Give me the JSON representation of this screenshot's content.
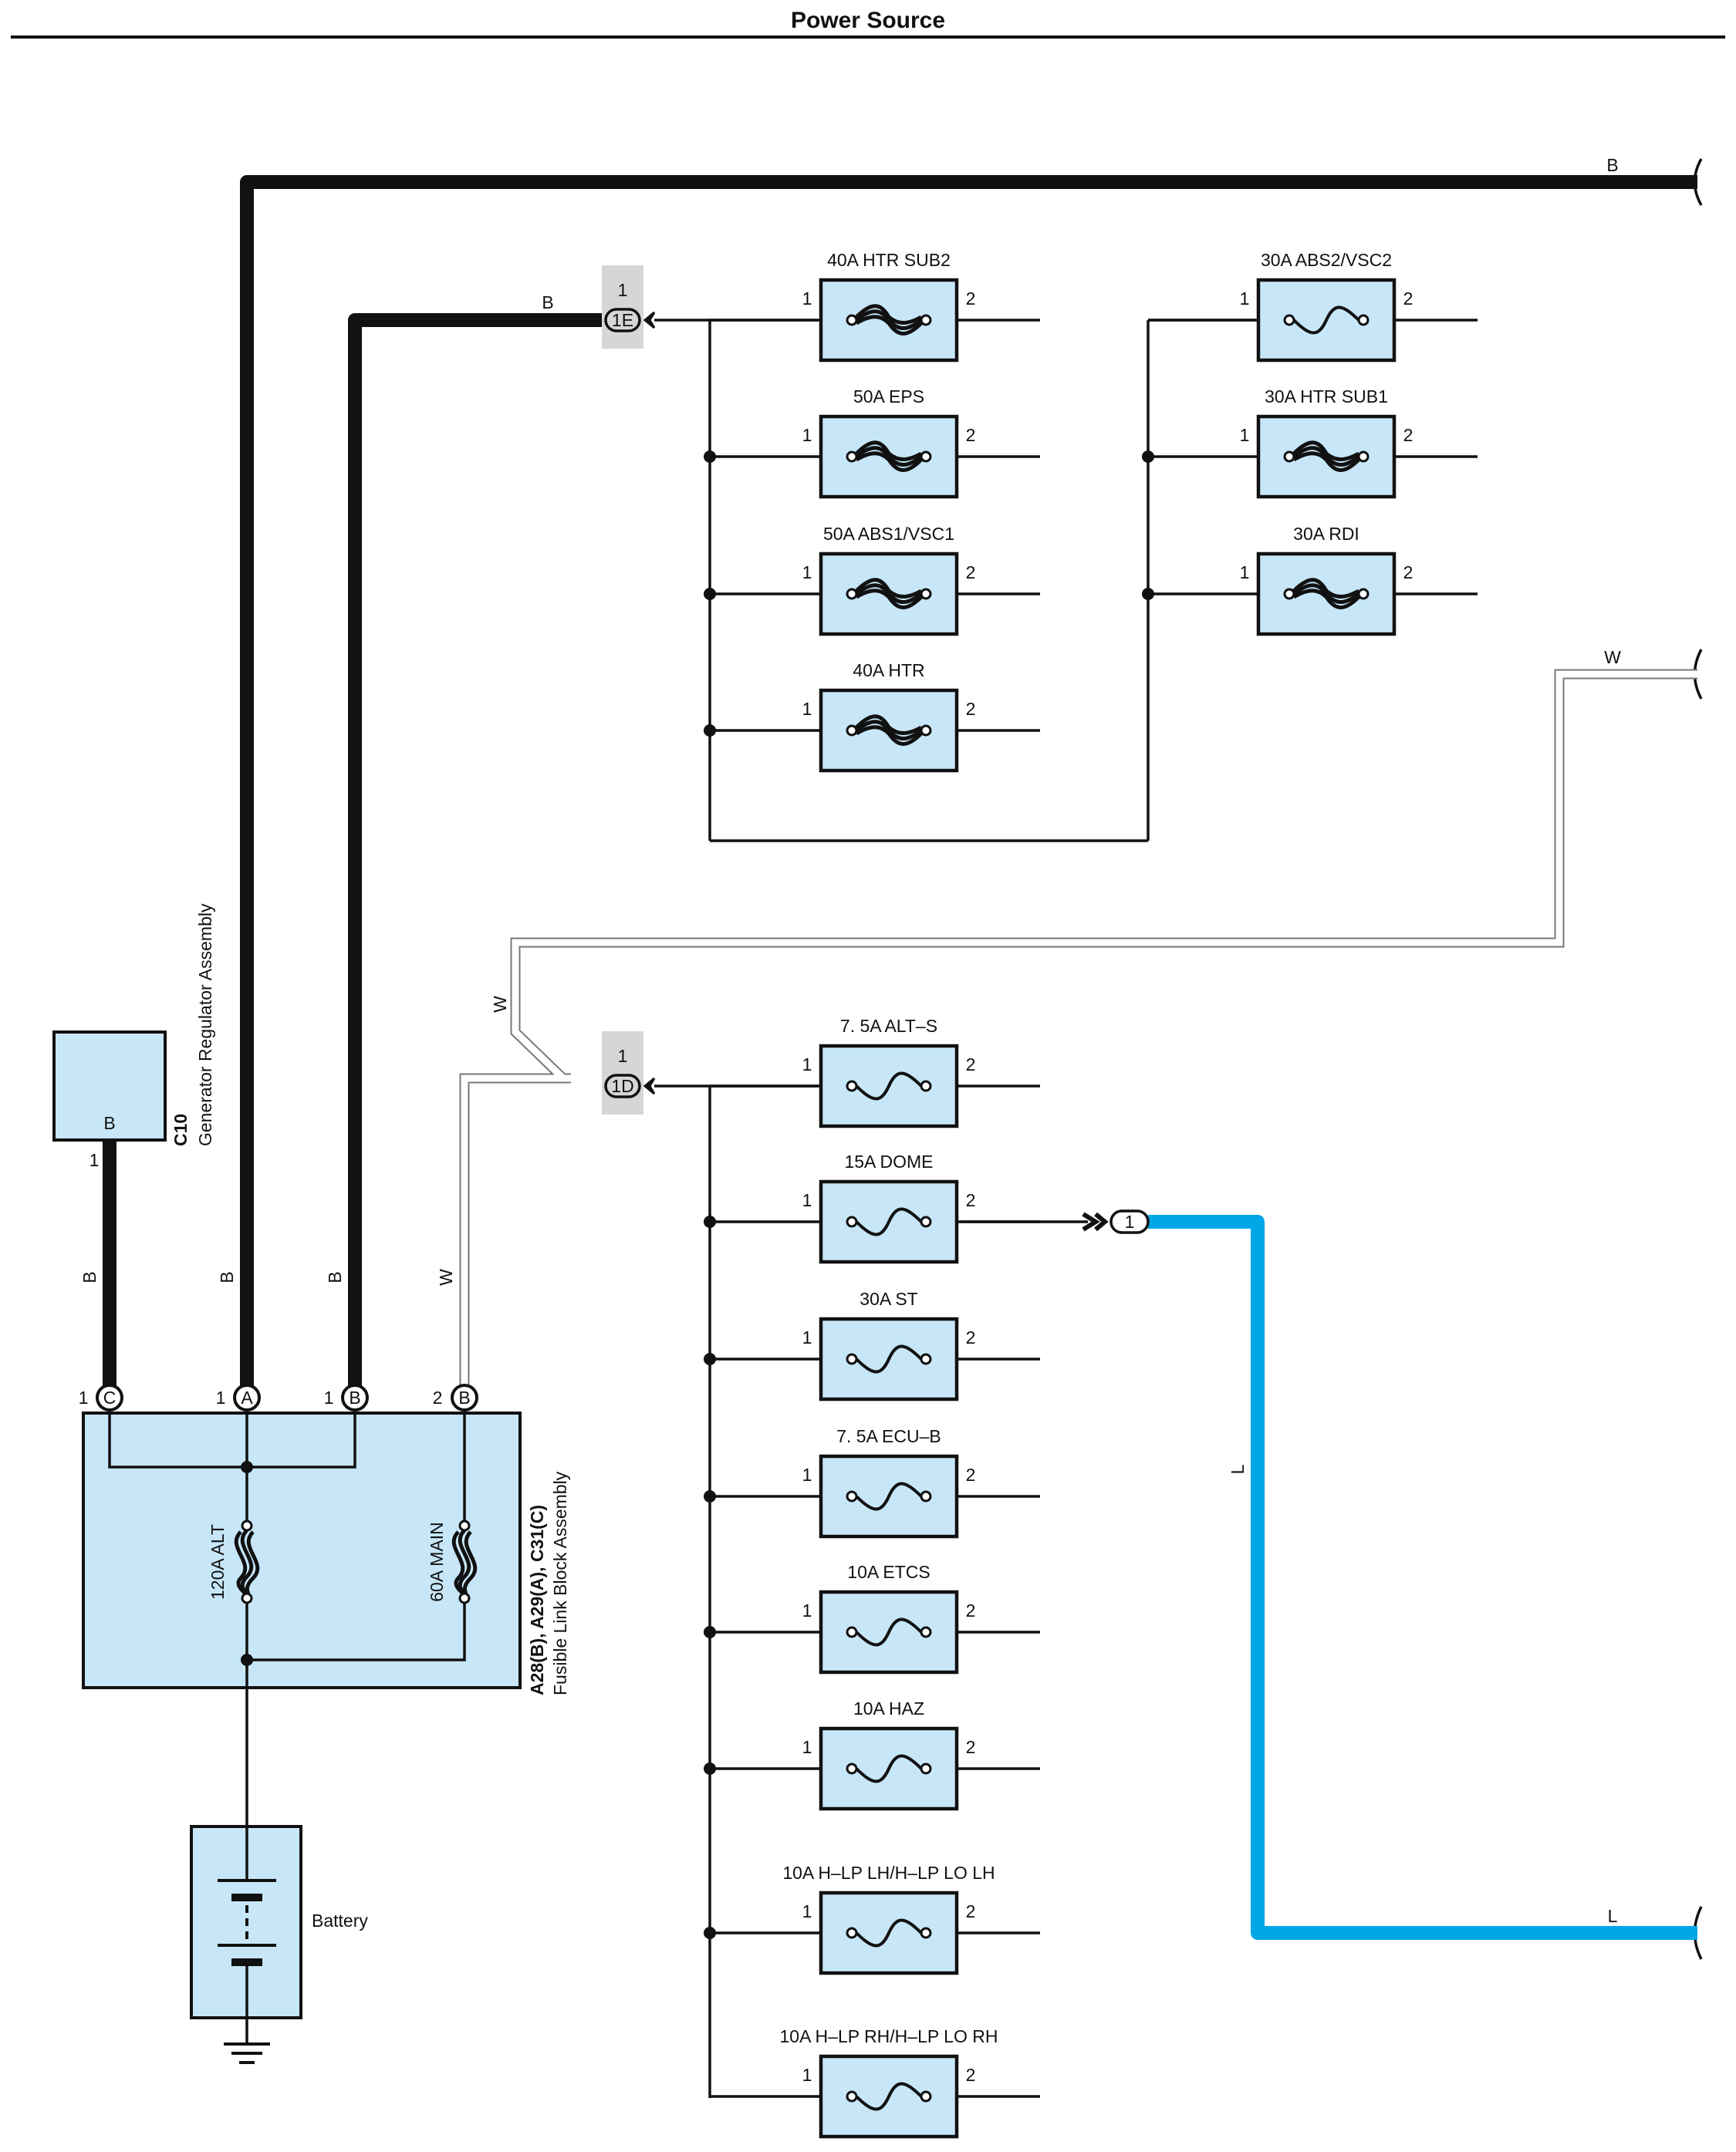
{
  "header": {
    "title": "Power Source"
  },
  "colors": {
    "blue_wire": "#00a7e6",
    "component_fill": "#c7e7f8",
    "connector_shade": "#d6d6d6"
  },
  "wires": {
    "top_b": "B",
    "mid_b": "B",
    "right_w": "W",
    "w_diag": "W",
    "w_vert": "W",
    "gen_b": "B",
    "a_b": "B",
    "b_b": "B",
    "l_vert": "L",
    "l_right": "L"
  },
  "connectors": {
    "e1": {
      "code": "1E",
      "pin": "1"
    },
    "d1": {
      "code": "1D",
      "pin": "1"
    },
    "dome_out": {
      "pin": "1"
    }
  },
  "generator": {
    "id": "C10",
    "name": "Generator Regulator Assembly",
    "terminal": "B",
    "pin": "1"
  },
  "fusible_link_block": {
    "ids": "A28(B), A29(A), C31(C)",
    "name": "Fusible Link Block Assembly",
    "terminals": [
      {
        "pin": "1",
        "letter": "C"
      },
      {
        "pin": "1",
        "letter": "A"
      },
      {
        "pin": "1",
        "letter": "B"
      },
      {
        "pin": "2",
        "letter": "B"
      }
    ],
    "links": [
      {
        "label": "120A ALT"
      },
      {
        "label": "60A MAIN"
      }
    ]
  },
  "battery": {
    "label": "Battery"
  },
  "fuse_pins": {
    "in": "1",
    "out": "2"
  },
  "fuses": [
    {
      "label": "40A HTR SUB2",
      "type": "fusible-link"
    },
    {
      "label": "50A EPS",
      "type": "fusible-link"
    },
    {
      "label": "50A ABS1/VSC1",
      "type": "fusible-link"
    },
    {
      "label": "40A HTR",
      "type": "fusible-link"
    },
    {
      "label": "30A ABS2/VSC2",
      "type": "fuse"
    },
    {
      "label": "30A HTR SUB1",
      "type": "fusible-link"
    },
    {
      "label": "30A RDI",
      "type": "fusible-link"
    },
    {
      "label": "7. 5A ALT–S",
      "type": "fuse"
    },
    {
      "label": "15A DOME",
      "type": "fuse"
    },
    {
      "label": "30A ST",
      "type": "fuse"
    },
    {
      "label": "7. 5A ECU–B",
      "type": "fuse"
    },
    {
      "label": "10A ETCS",
      "type": "fuse"
    },
    {
      "label": "10A HAZ",
      "type": "fuse"
    },
    {
      "label": "10A H–LP LH/H–LP LO LH",
      "type": "fuse"
    },
    {
      "label": "10A H–LP RH/H–LP LO RH",
      "type": "fuse"
    }
  ]
}
